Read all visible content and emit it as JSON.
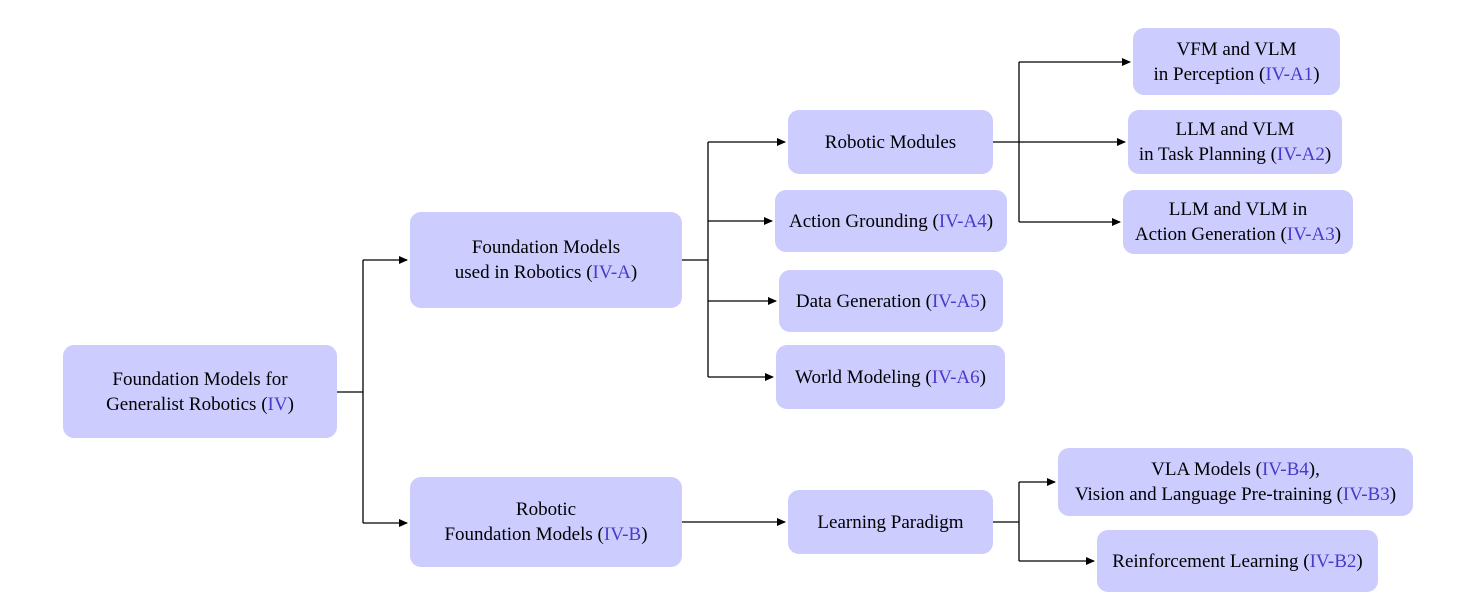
{
  "colors": {
    "box_fill": "#ccccff",
    "ref_color": "#4d39c8",
    "text_color": "#000000",
    "connector_color": "#000000"
  },
  "nodes": [
    {
      "id": "foundation-models-generalist-robotics",
      "lines": [
        {
          "pre": "Foundation Models for"
        },
        {
          "pre": "Generalist Robotics (",
          "ref": "IV",
          "post": ")"
        }
      ]
    },
    {
      "id": "foundation-models-used-in-robotics",
      "lines": [
        {
          "pre": "Foundation Models"
        },
        {
          "pre": "used in Robotics (",
          "ref": "IV-A",
          "post": ")"
        }
      ]
    },
    {
      "id": "robotic-foundation-models",
      "lines": [
        {
          "pre": "Robotic"
        },
        {
          "pre": "Foundation Models (",
          "ref": "IV-B",
          "post": ")"
        }
      ]
    },
    {
      "id": "robotic-modules",
      "lines": [
        {
          "pre": "Robotic Modules"
        }
      ]
    },
    {
      "id": "action-grounding",
      "lines": [
        {
          "pre": "Action Grounding (",
          "ref": "IV-A4",
          "post": ")"
        }
      ]
    },
    {
      "id": "data-generation",
      "lines": [
        {
          "pre": "Data Generation (",
          "ref": "IV-A5",
          "post": ")"
        }
      ]
    },
    {
      "id": "world-modeling",
      "lines": [
        {
          "pre": "World Modeling (",
          "ref": "IV-A6",
          "post": ")"
        }
      ]
    },
    {
      "id": "vfm-vlm-perception",
      "lines": [
        {
          "pre": "VFM and VLM"
        },
        {
          "pre": "in Perception (",
          "ref": "IV-A1",
          "post": ")"
        }
      ]
    },
    {
      "id": "llm-vlm-task-planning",
      "lines": [
        {
          "pre": "LLM and VLM"
        },
        {
          "pre": "in Task Planning (",
          "ref": "IV-A2",
          "post": ")"
        }
      ]
    },
    {
      "id": "llm-vlm-action-generation",
      "lines": [
        {
          "pre": "LLM and VLM in"
        },
        {
          "pre": "Action Generation (",
          "ref": "IV-A3",
          "post": ")"
        }
      ]
    },
    {
      "id": "learning-paradigm",
      "lines": [
        {
          "pre": "Learning Paradigm"
        }
      ]
    },
    {
      "id": "vla-models-vision-language-pretraining",
      "lines": [
        {
          "pre": "VLA Models (",
          "ref": "IV-B4",
          "post": "),"
        },
        {
          "pre": "Vision and Language Pre-training (",
          "ref": "IV-B3",
          "post": ")"
        }
      ]
    },
    {
      "id": "reinforcement-learning",
      "lines": [
        {
          "pre": "Reinforcement Learning (",
          "ref": "IV-B2",
          "post": ")"
        }
      ]
    }
  ],
  "edges": [
    [
      "foundation-models-generalist-robotics",
      "foundation-models-used-in-robotics"
    ],
    [
      "foundation-models-generalist-robotics",
      "robotic-foundation-models"
    ],
    [
      "foundation-models-used-in-robotics",
      "robotic-modules"
    ],
    [
      "foundation-models-used-in-robotics",
      "action-grounding"
    ],
    [
      "foundation-models-used-in-robotics",
      "data-generation"
    ],
    [
      "foundation-models-used-in-robotics",
      "world-modeling"
    ],
    [
      "robotic-modules",
      "vfm-vlm-perception"
    ],
    [
      "robotic-modules",
      "llm-vlm-task-planning"
    ],
    [
      "robotic-modules",
      "llm-vlm-action-generation"
    ],
    [
      "robotic-foundation-models",
      "learning-paradigm"
    ],
    [
      "learning-paradigm",
      "vla-models-vision-language-pretraining"
    ],
    [
      "learning-paradigm",
      "reinforcement-learning"
    ]
  ]
}
